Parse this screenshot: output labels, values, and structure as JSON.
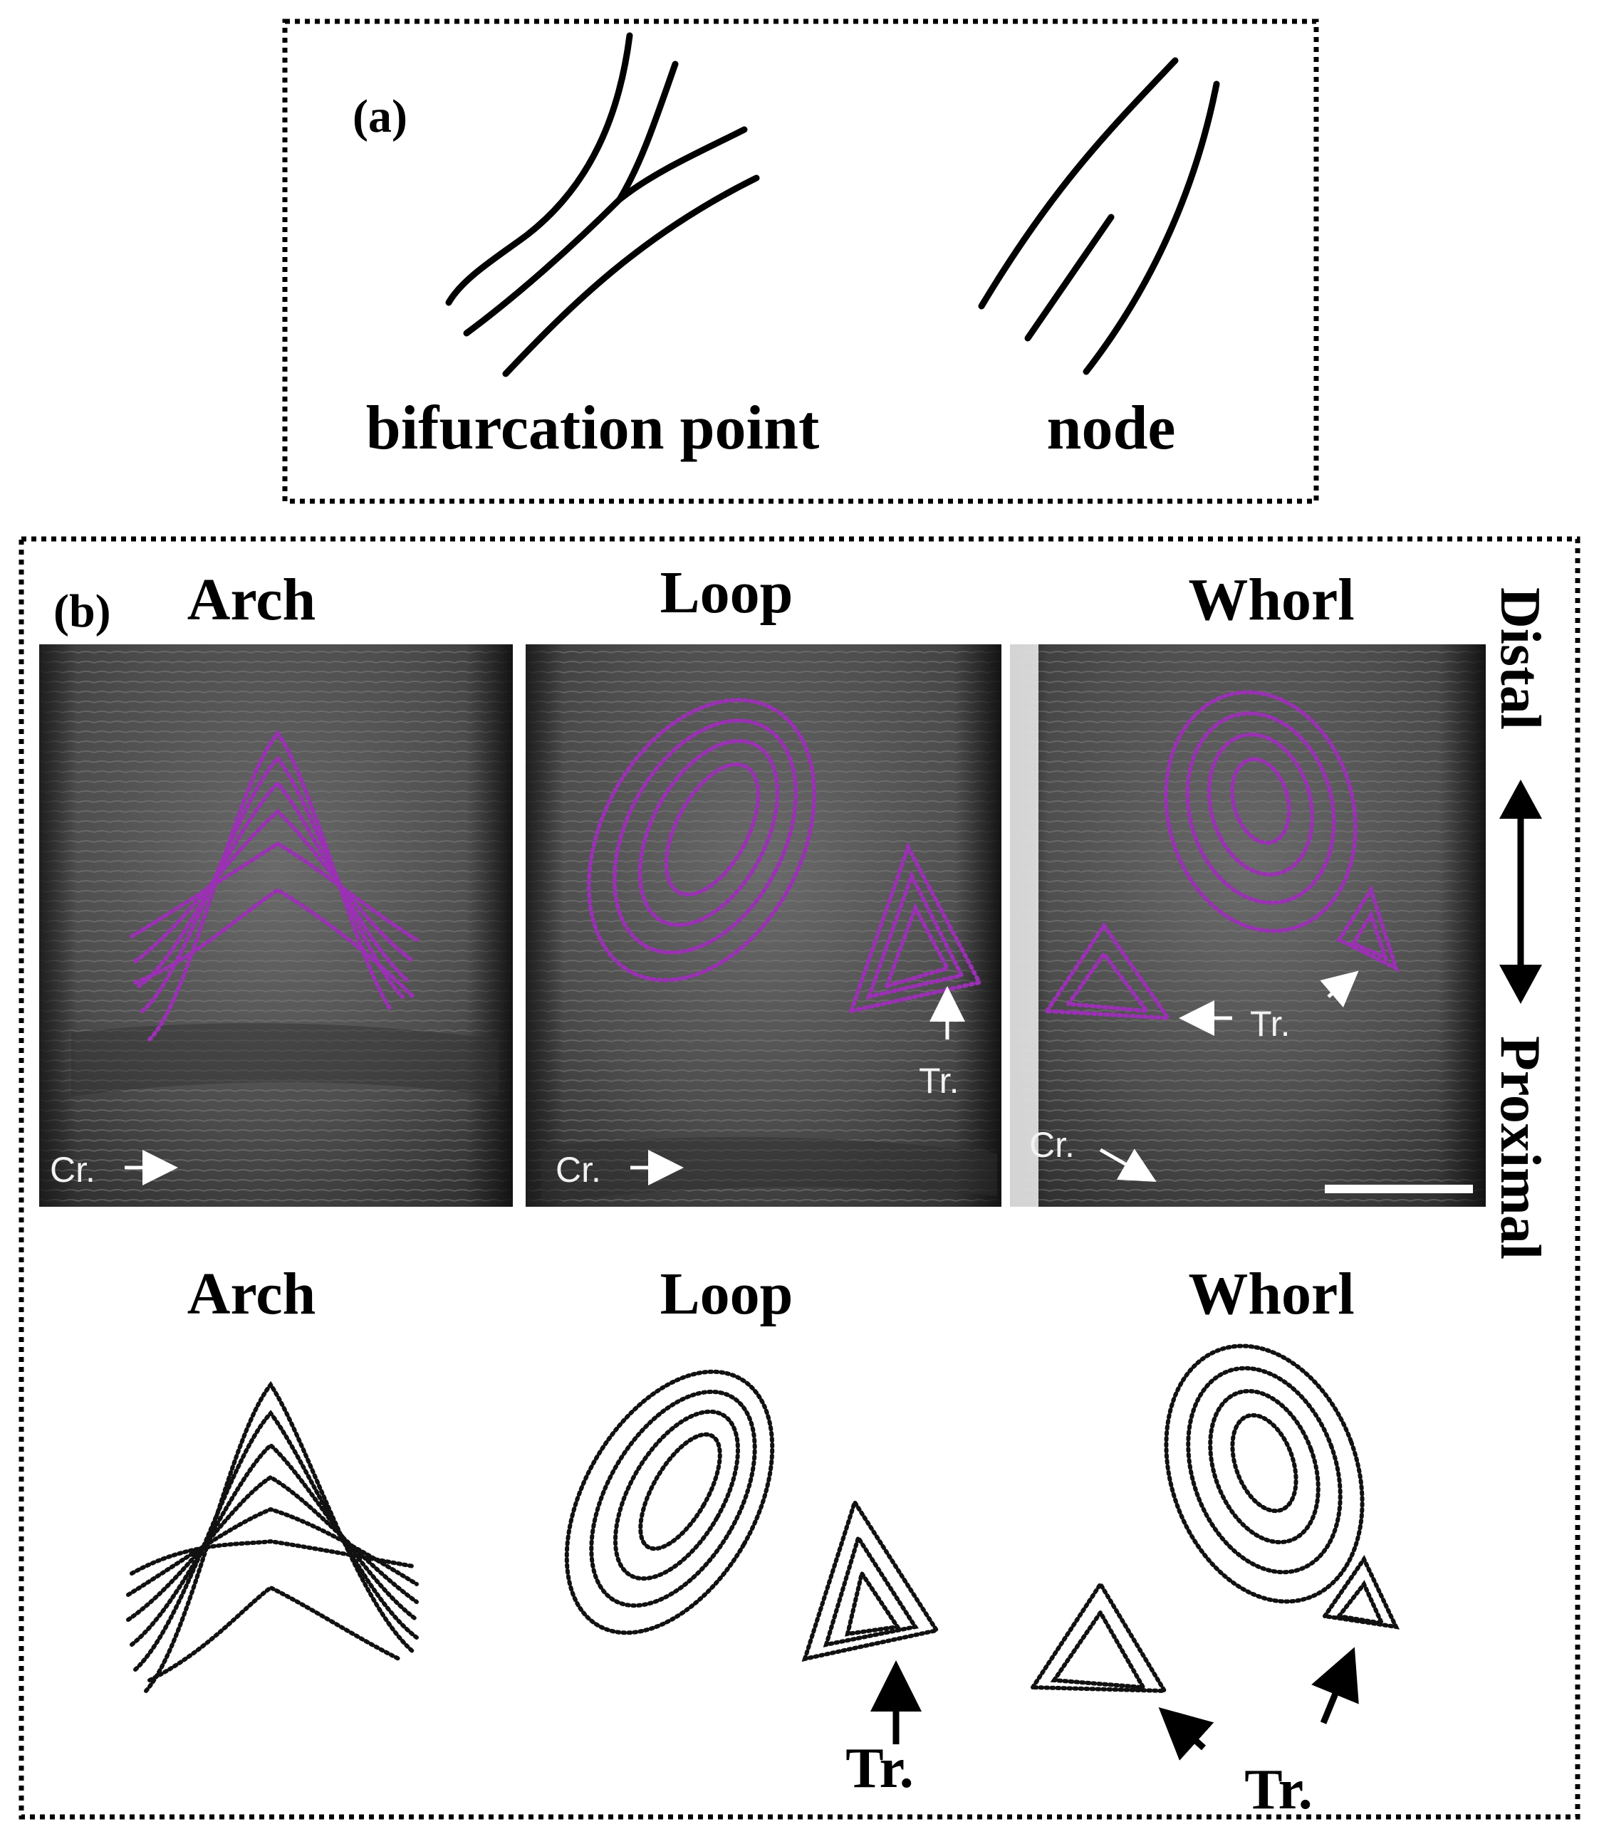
{
  "panel_a": {
    "label": "(a)",
    "captions": [
      "bifurcation point",
      "node"
    ]
  },
  "panel_b": {
    "label": "(b)",
    "top_titles": [
      "Arch",
      "Loop",
      "Whorl"
    ],
    "bottom_titles": [
      "Arch",
      "Loop",
      "Whorl"
    ],
    "axis_distal": "Distal",
    "axis_proximal": "Proximal",
    "photo_labels": {
      "crease": "Cr.",
      "triradius": "Tr."
    },
    "bottom_tr_label": "Tr."
  },
  "colors": {
    "overlay": "#9b30b5",
    "photo_bg": "#4a4a4a",
    "ink": "#000000"
  }
}
